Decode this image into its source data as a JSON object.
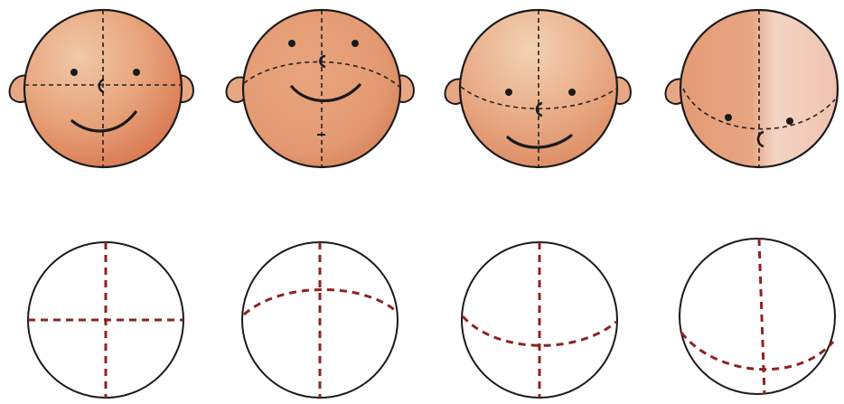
{
  "palette": {
    "skin_light": "#eec09e",
    "skin_mid": "#e59f76",
    "skin_dark": "#d9794f",
    "ear": "#e8a783",
    "outline": "#1a1a1a",
    "guide_black": "#222222",
    "guide_red": "#8e2222",
    "background": "#ffffff"
  },
  "rows": [
    {
      "name": "colored-faces",
      "description_hidden": true
    },
    {
      "name": "guide-circles"
    }
  ],
  "views": [
    {
      "id": "front",
      "head_turn": "none",
      "head_tilt": "level"
    },
    {
      "id": "tilt-back",
      "head_turn": "none",
      "head_tilt": "up"
    },
    {
      "id": "tilt-down",
      "head_turn": "none",
      "head_tilt": "down"
    },
    {
      "id": "tilt-down-far",
      "head_turn": "slight",
      "head_tilt": "far-down"
    }
  ]
}
